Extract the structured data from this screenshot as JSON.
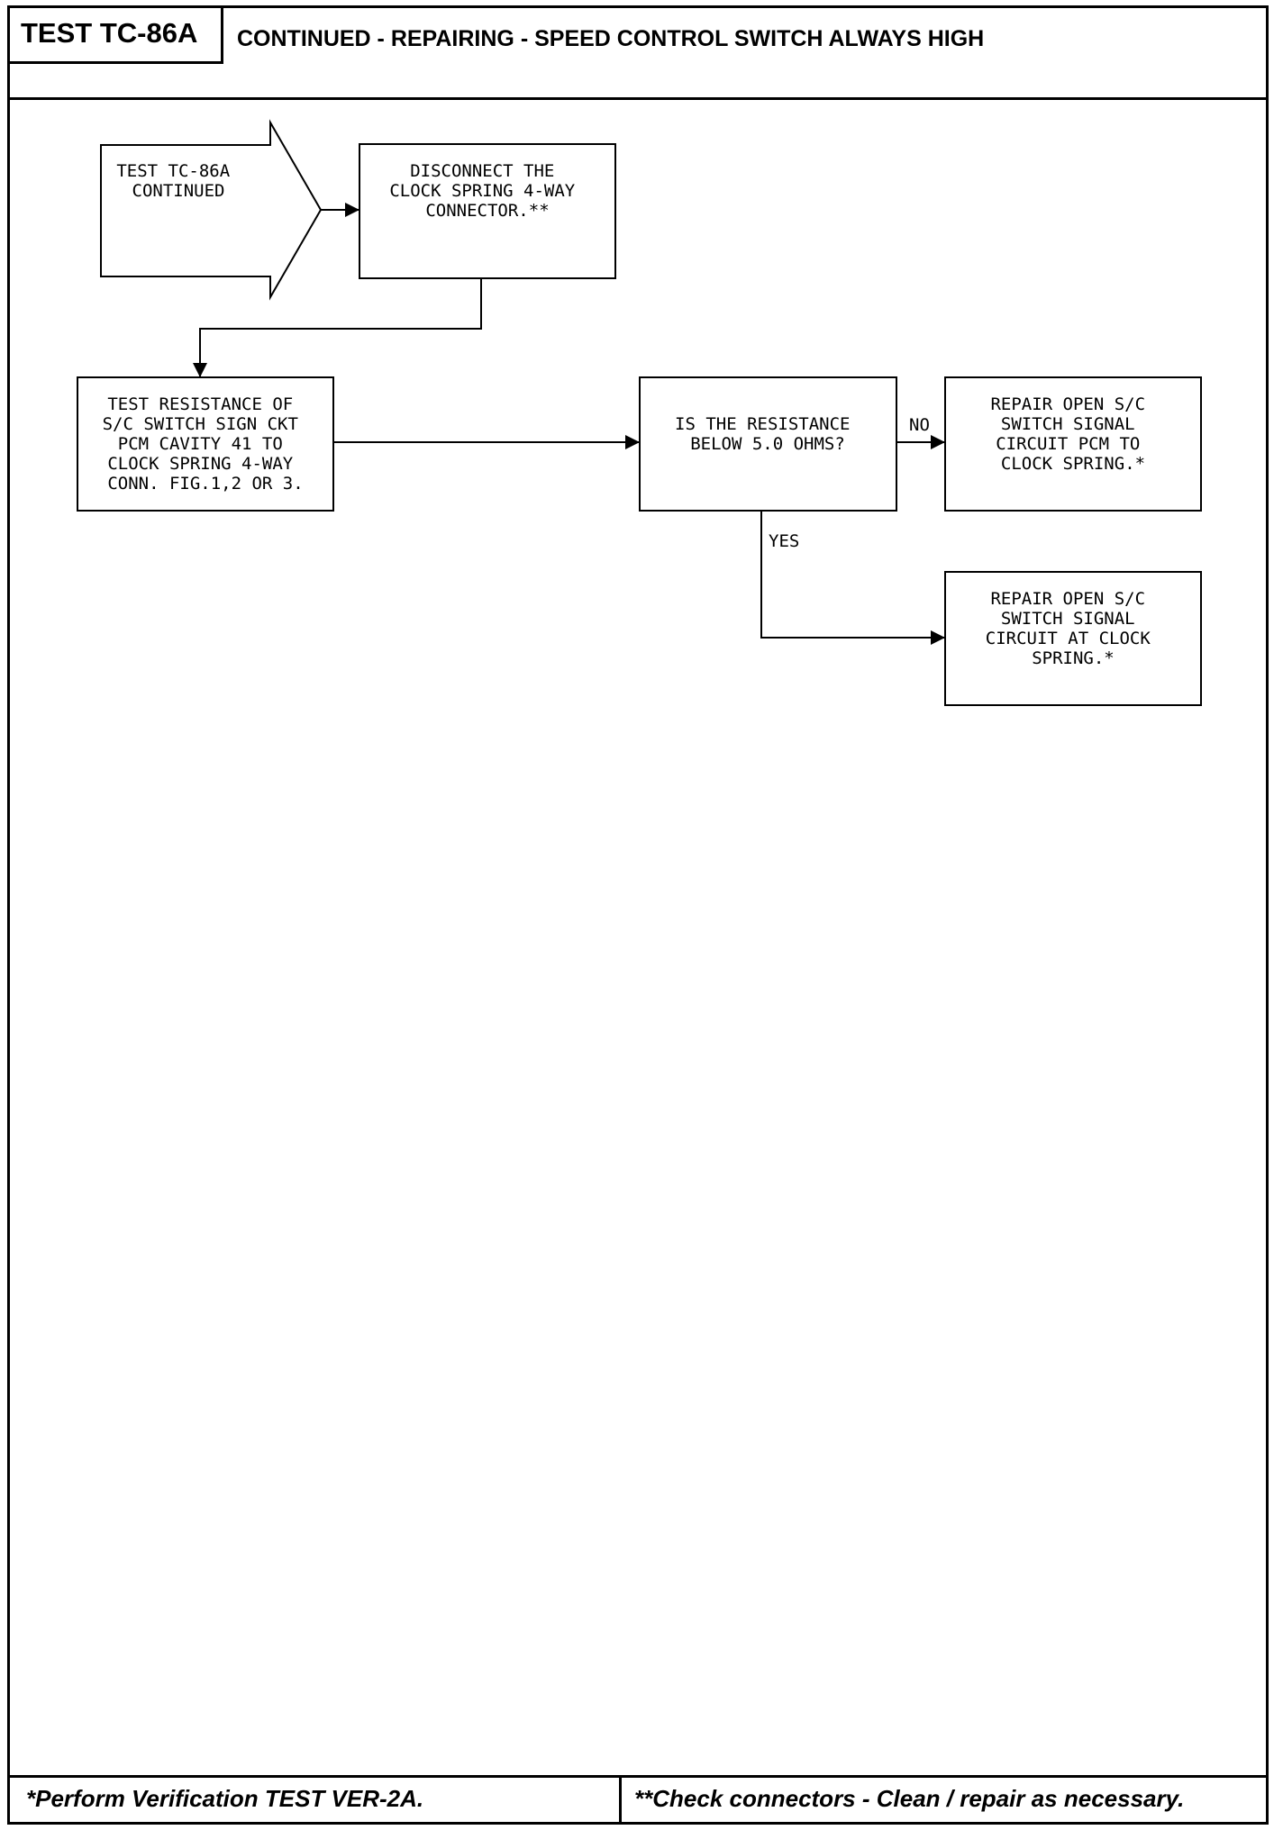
{
  "header": {
    "test_id": "TEST TC-86A",
    "title": "CONTINUED - REPAIRING - SPEED CONTROL SWITCH ALWAYS HIGH"
  },
  "footer": {
    "left_note": "*Perform Verification TEST VER-2A.",
    "right_note": "**Check connectors - Clean / repair as necessary."
  },
  "diagram": {
    "start": {
      "lines": [
        "TEST TC-86A",
        "CONTINUED"
      ]
    },
    "disconnect": {
      "lines": [
        "DISCONNECT THE",
        "CLOCK SPRING 4-WAY",
        "CONNECTOR.**"
      ]
    },
    "test_resistance": {
      "lines": [
        "TEST RESISTANCE OF",
        "S/C SWITCH SIGN CKT",
        "PCM CAVITY 41 TO",
        "CLOCK SPRING 4-WAY",
        "CONN. FIG.1,2 OR 3."
      ]
    },
    "question": {
      "lines": [
        "IS THE RESISTANCE",
        "BELOW 5.0 OHMS?"
      ]
    },
    "repair_pcm": {
      "lines": [
        "REPAIR OPEN S/C",
        "SWITCH SIGNAL",
        "CIRCUIT PCM TO",
        "CLOCK SPRING.*"
      ]
    },
    "repair_clock": {
      "lines": [
        "REPAIR OPEN S/C",
        "SWITCH SIGNAL",
        "CIRCUIT AT CLOCK",
        "SPRING.*"
      ]
    },
    "labels": {
      "no": "NO",
      "yes": "YES"
    }
  }
}
